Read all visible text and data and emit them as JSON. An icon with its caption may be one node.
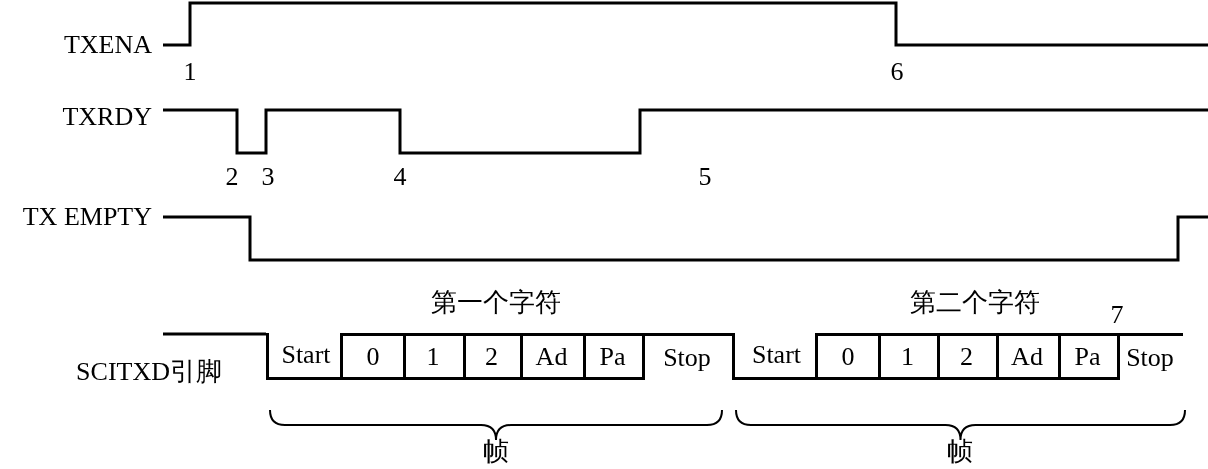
{
  "diagram": {
    "nodes": [
      {
        "text": [
          "Start"
        ]
      },
      {
        "text": [
          "0"
        ]
      },
      {
        "text": [
          "1"
        ]
      },
      {
        "text": [
          "2"
        ]
      },
      {
        "text": [
          "Ad"
        ]
      },
      {
        "text": [
          "Pa"
        ]
      },
      {
        "text": [
          "Stop"
        ]
      },
      {
        "text": [
          "Start"
        ]
      },
      {
        "text": [
          "0"
        ]
      },
      {
        "text": [
          "1"
        ]
      },
      {
        "text": [
          "2"
        ]
      },
      {
        "text": [
          "Ad"
        ]
      },
      {
        "text": [
          "Pa"
        ]
      },
      {
        "text": [
          "Stop"
        ]
      }
    ],
    "labels": [
      "TXENA",
      "1",
      "6",
      "TXRDY",
      "2",
      "3",
      "4",
      "5",
      "TX EMPTY",
      "第一个字符",
      "第二个字符",
      "7",
      "SCITXD引脚",
      "帧",
      "帧"
    ]
  }
}
